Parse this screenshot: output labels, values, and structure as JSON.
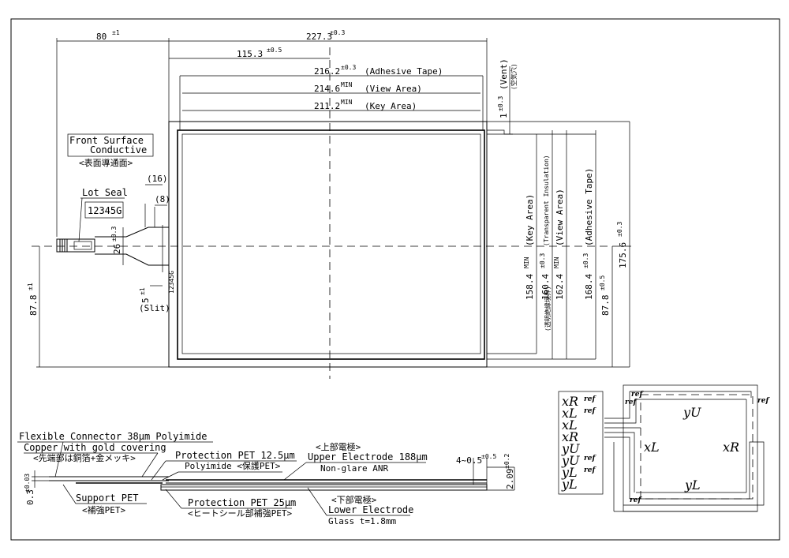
{
  "dimensions": {
    "d80": "80",
    "d80_tol": "±1",
    "d227": "227.3",
    "d227_tol": "±0.3",
    "d115": "115.3",
    "d115_tol": "±0.5",
    "d216": "216.2",
    "d216_tol": "±0.3",
    "d216_label": "(Adhesive Tape)",
    "d214": "214.6",
    "d214_tol": "MIN",
    "d214_label": "(View Area)",
    "d211": "211.2",
    "d211_tol": "MIN",
    "d211_label": "(Key Area)",
    "vent": "1",
    "vent_tol": "±0.3",
    "vent_label": "(Vent)",
    "vent_jp": "(空気穴)",
    "d158": "158.4",
    "d158_tol": "MIN",
    "d158_label": "(Key Area)",
    "d160": "160.4",
    "d160_tol": "±0.3",
    "d160_label": "(Transparent Insulation)",
    "d160_jp": "(透明絶縁境界)",
    "d162": "162.4",
    "d162_tol": "MIN",
    "d162_label": "(View Area)",
    "d168": "168.4",
    "d168_tol": "±0.3",
    "d168_label": "(Adhesive Tape)",
    "d175": "175.6",
    "d175_tol": "±0.3",
    "d87r": "87.8",
    "d87r_tol": "±0.5",
    "d87l": "87.8",
    "d87l_tol": "±1",
    "d26": "26",
    "d26_tol": "±0.3",
    "d16": "(16)",
    "d8": "(8)",
    "slit": "5",
    "slit_tol": "±1",
    "slit_label": "(Slit)",
    "d03": "0.3",
    "d03_tol": "±0.03",
    "d209": "2.09",
    "d209_tol": "±0.2",
    "d4": "4~0.5",
    "d4_tol": "±0.5"
  },
  "labels": {
    "front_surface_1": "Front Surface",
    "front_surface_2": "Conductive",
    "front_surface_jp": "<表面導通面>",
    "lot_seal": "Lot Seal",
    "lot_number": "12345G",
    "tiny_mark": "12345G"
  },
  "cross_section": {
    "flex_connector": "Flexible Connector 38μm Polyimide",
    "copper": "Copper with gold covering",
    "copper_jp": "<先端部は銅箔+金メッキ>",
    "protection_125": "Protection PET 12.5μm",
    "polyimide": "Polyimide <保護PET>",
    "upper_jp": "<上部電極>",
    "upper_electrode": "Upper Electrode 188μm",
    "non_glare": "Non-glare ANR",
    "support_pet": "Support PET",
    "support_jp": "<補強PET>",
    "protection_25": "Protection PET 25μm",
    "heat_seal_jp": "<ヒートシール部補強PET>",
    "lower_jp": "<下部電極>",
    "lower_electrode": "Lower Electrode",
    "glass": "Glass t=1.8mm"
  },
  "pinout": {
    "pins": [
      {
        "main": "xR",
        "sub": "ref"
      },
      {
        "main": "xL",
        "sub": "ref"
      },
      {
        "main": "xL",
        "sub": ""
      },
      {
        "main": "xR",
        "sub": ""
      },
      {
        "main": "yU",
        "sub": ""
      },
      {
        "main": "yU",
        "sub": "ref"
      },
      {
        "main": "yL",
        "sub": "ref"
      },
      {
        "main": "yL",
        "sub": ""
      }
    ],
    "panel_yU": "yU",
    "panel_xL": "xL",
    "panel_xR": "xR",
    "panel_yL": "yL",
    "ref_tl1": "ref",
    "ref_tl2": "ref",
    "ref_tr": "ref",
    "ref_bl": "ref"
  }
}
